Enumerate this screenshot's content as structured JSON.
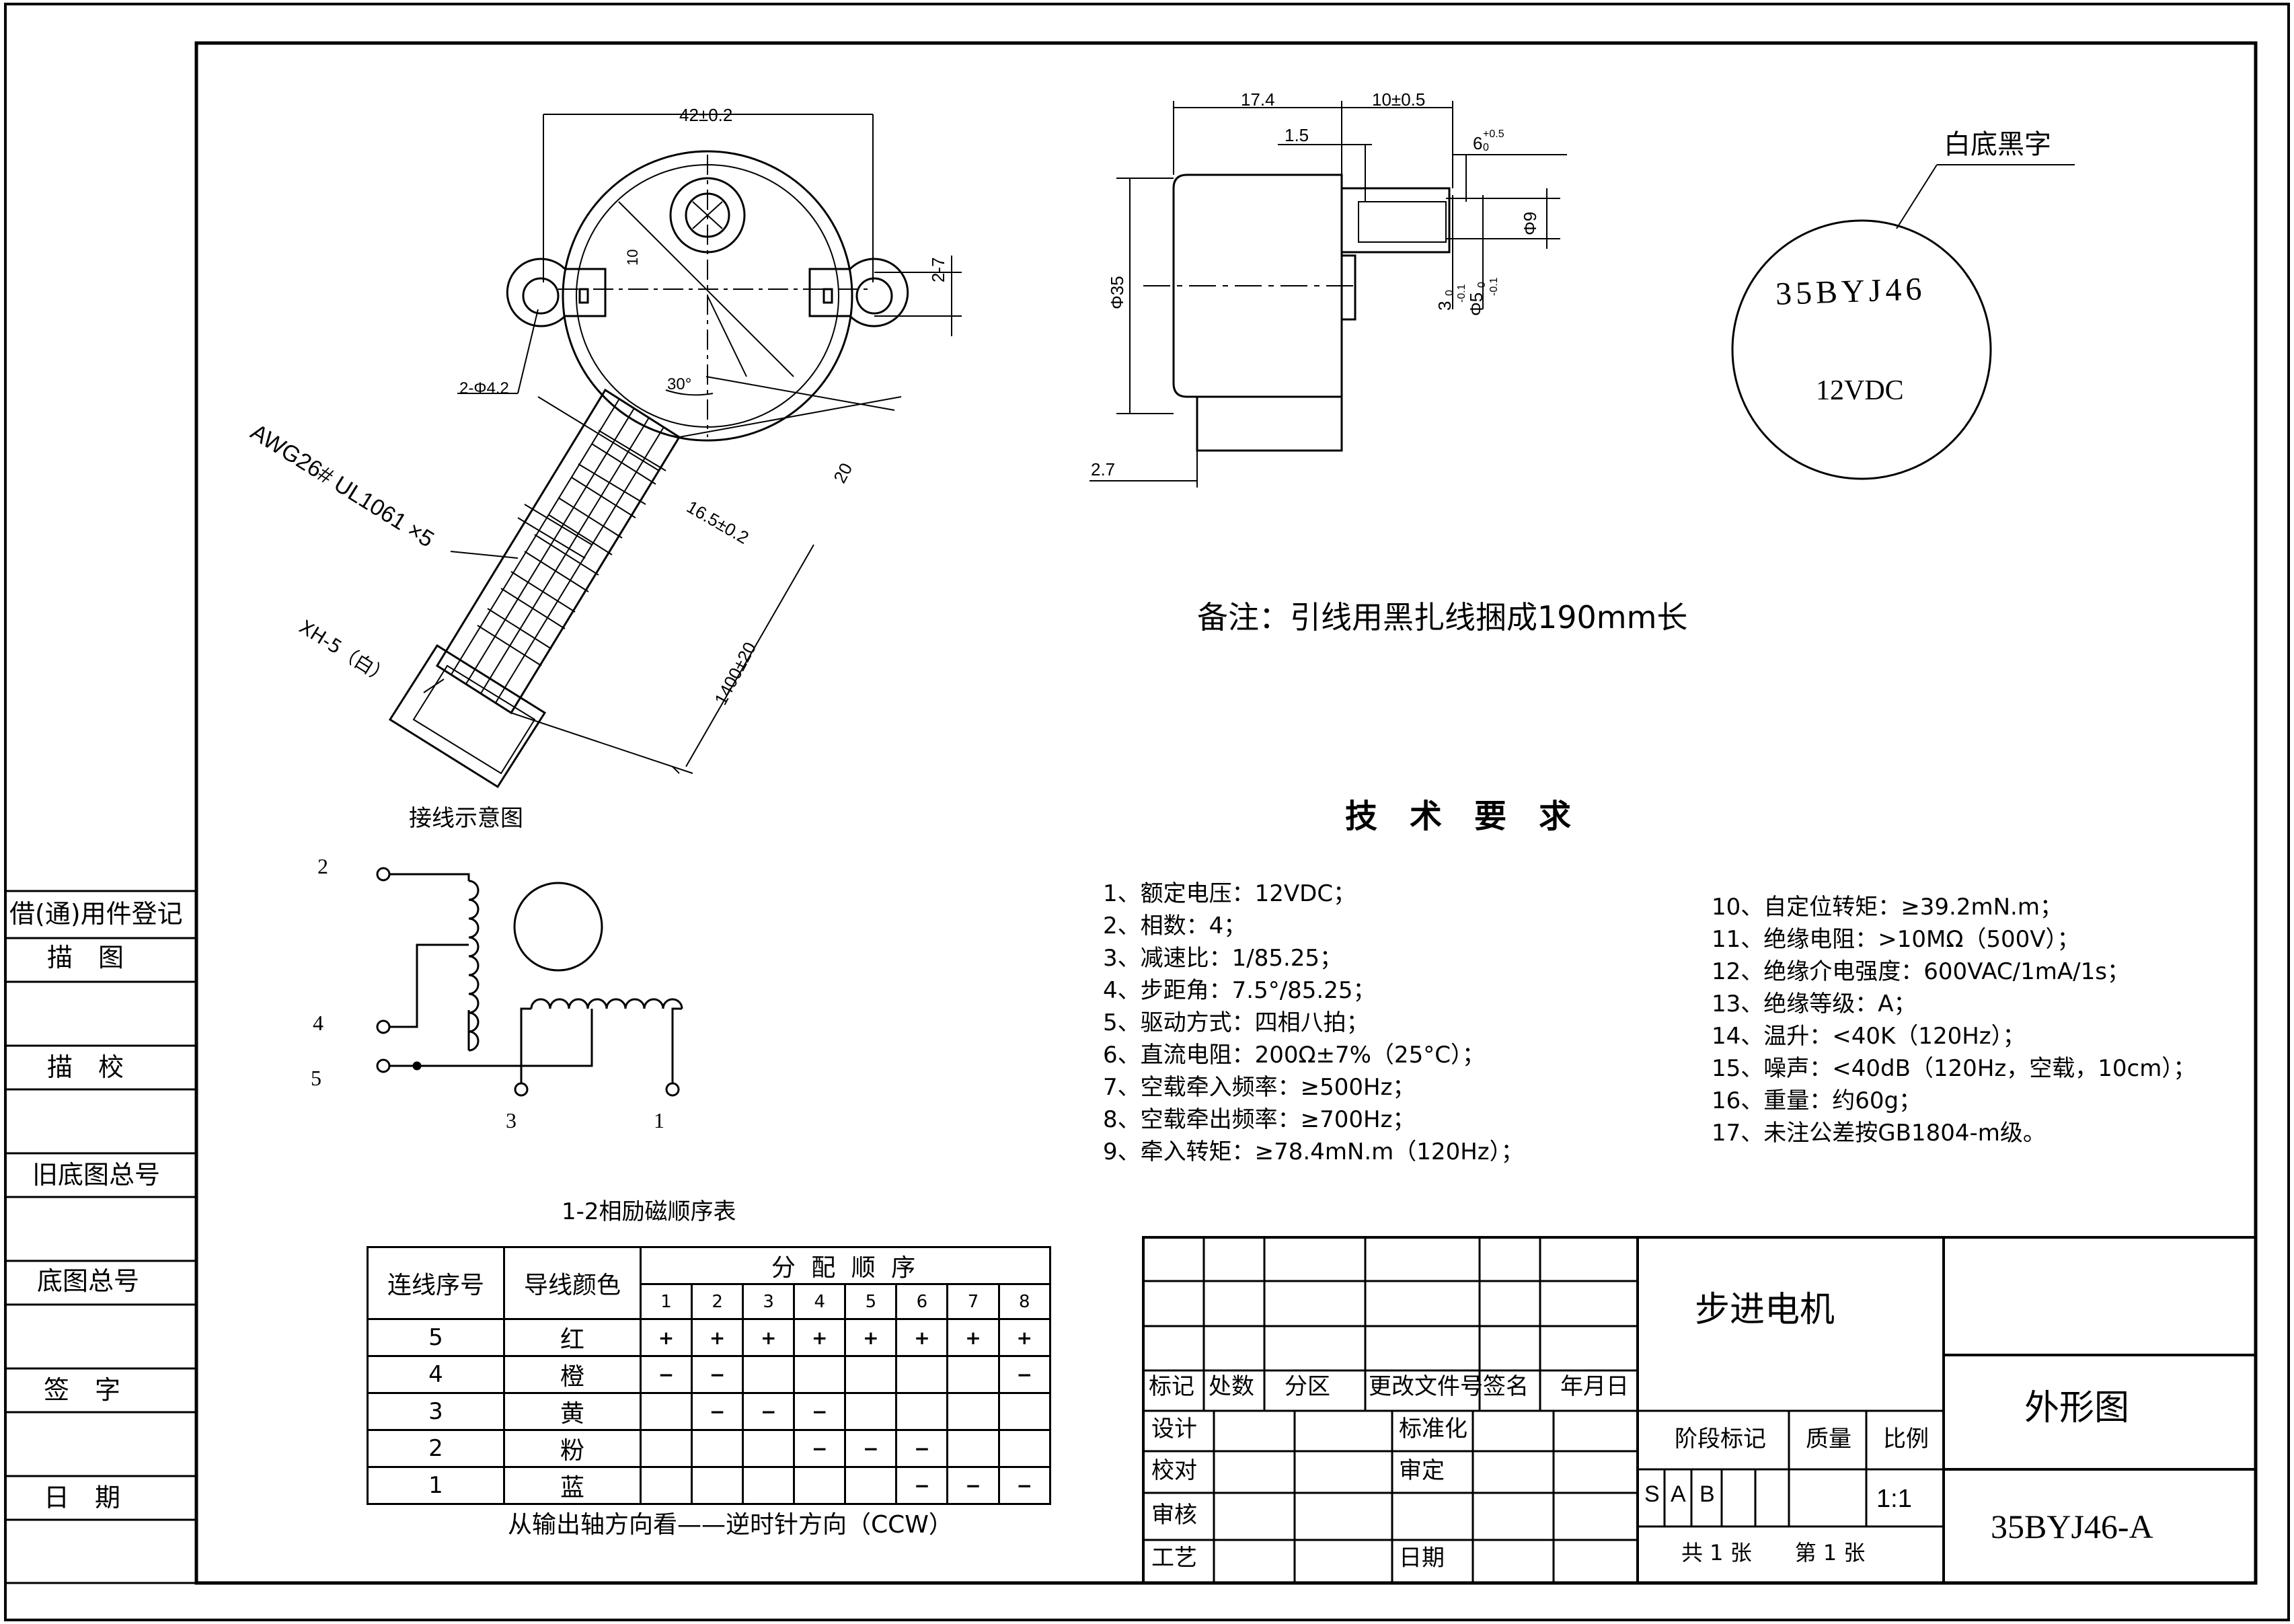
{
  "sidebar": {
    "items": [
      "借(通)用件登记",
      "描　图",
      "描　校",
      "旧底图总号",
      "底图总号",
      "签　字",
      "日　期"
    ]
  },
  "drawing": {
    "dims_front": {
      "width": "42±0.2",
      "height": "2-7",
      "hole": "2-Φ4.2",
      "shaft": "10",
      "angle": "30°",
      "cable_w": "16.5±0.2",
      "cable_end": "20",
      "cable_len": "1400±20",
      "wire": "AWG26# UL1061 ×5",
      "connector": "XH-5（白）"
    },
    "dims_side": {
      "len1": "17.4",
      "len2": "10±0.5",
      "len3": "1.5",
      "len4": "6",
      "len4_tol": "+0.5",
      "len4_tol2": "0",
      "dia": "Φ35",
      "shaft_dia": "Φ9",
      "flat": "3",
      "flat_tol": "0",
      "flat_tol2": "-0.1",
      "shaft_tip": "Φ5",
      "shaft_tip_tol": "0",
      "shaft_tip_tol2": "-0.1",
      "base": "2.7"
    },
    "label_note": "白底黑字",
    "label_model": "35BYJ46",
    "label_volt": "12VDC",
    "note": "备注：引线用黑扎线捆成190mm长"
  },
  "wiring": {
    "title": "接线示意图",
    "terminals": [
      "2",
      "4",
      "5",
      "3",
      "1"
    ]
  },
  "sequence": {
    "title": "1-2相励磁顺序表",
    "header1": "连线序号",
    "header2": "导线颜色",
    "header3": "分 配 顺 序",
    "steps": [
      "1",
      "2",
      "3",
      "4",
      "5",
      "6",
      "7",
      "8"
    ],
    "rows": [
      {
        "no": "5",
        "color": "红",
        "cells": [
          "+",
          "+",
          "+",
          "+",
          "+",
          "+",
          "+",
          "+"
        ]
      },
      {
        "no": "4",
        "color": "橙",
        "cells": [
          "−",
          "−",
          "",
          "",
          "",
          "",
          "",
          "−"
        ]
      },
      {
        "no": "3",
        "color": "黄",
        "cells": [
          "",
          "−",
          "−",
          "−",
          "",
          "",
          "",
          ""
        ]
      },
      {
        "no": "2",
        "color": "粉",
        "cells": [
          "",
          "",
          "",
          "−",
          "−",
          "−",
          "",
          ""
        ]
      },
      {
        "no": "1",
        "color": "蓝",
        "cells": [
          "",
          "",
          "",
          "",
          "",
          "−",
          "−",
          "−"
        ]
      }
    ],
    "footer": "从输出轴方向看——逆时针方向（CCW）"
  },
  "requirements": {
    "title": "技　术　要　求",
    "left": [
      "1、额定电压：12VDC；",
      "2、相数：4；",
      "3、减速比：1/85.25；",
      "4、步距角：7.5°/85.25；",
      "5、驱动方式：四相八拍；",
      "6、直流电阻：200Ω±7%（25°C）；",
      "7、空载牵入频率：≥500Hz；",
      "8、空载牵出频率：≥700Hz；",
      "9、牵入转矩：≥78.4mN.m（120Hz）；"
    ],
    "right": [
      "10、自定位转矩：≥39.2mN.m；",
      "11、绝缘电阻：>10MΩ（500V）；",
      "12、绝缘介电强度：600VAC/1mA/1s；",
      "13、绝缘等级：A；",
      "14、温升：<40K（120Hz）；",
      "15、噪声：<40dB（120Hz，空载，10cm）；",
      "16、重量：约60g；",
      "17、未注公差按GB1804-m级。"
    ]
  },
  "titleblock": {
    "rev_headers": [
      "标记",
      "处数",
      "分区",
      "更改文件号",
      "签名",
      "年月日"
    ],
    "design": "设计",
    "check": "校对",
    "review": "审核",
    "process": "工艺",
    "standard": "标准化",
    "approve": "审定",
    "date": "日期",
    "product": "步进电机",
    "stage": "阶段标记",
    "mass": "质量",
    "scale": "比例",
    "stage_s": "S",
    "stage_a": "A",
    "stage_b": "B",
    "scale_val": "1:1",
    "sheets": "共 1 张　　第 1 张",
    "drawing_name": "外形图",
    "drawing_no": "35BYJ46-A"
  }
}
